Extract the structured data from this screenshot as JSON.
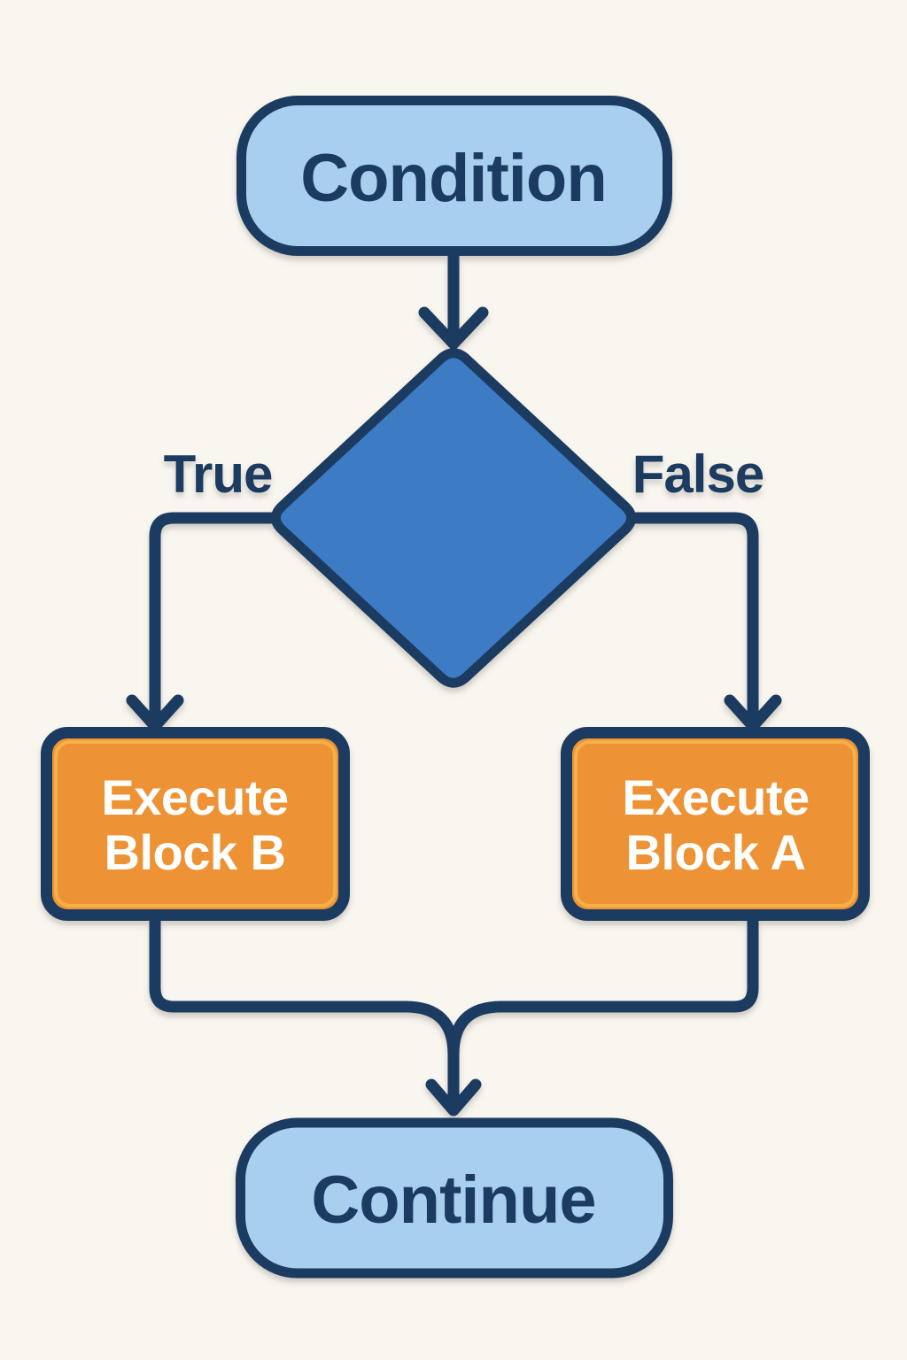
{
  "flowchart": {
    "start_node": {
      "label": "Condition"
    },
    "branches": {
      "true_label": "True",
      "false_label": "False"
    },
    "process_true": {
      "line1": "Execute",
      "line2": "Block B"
    },
    "process_false": {
      "line1": "Execute",
      "line2": "Block A"
    },
    "end_node": {
      "label": "Continue"
    }
  },
  "colors": {
    "background": "#f9f6f0",
    "outline_navy": "#1a3a60",
    "node_light_blue": "#a9cfee",
    "decision_blue": "#3d7cc4",
    "process_orange": "#ee9335",
    "process_orange_highlight": "#f6b54a",
    "process_text_white": "#ffffff"
  }
}
